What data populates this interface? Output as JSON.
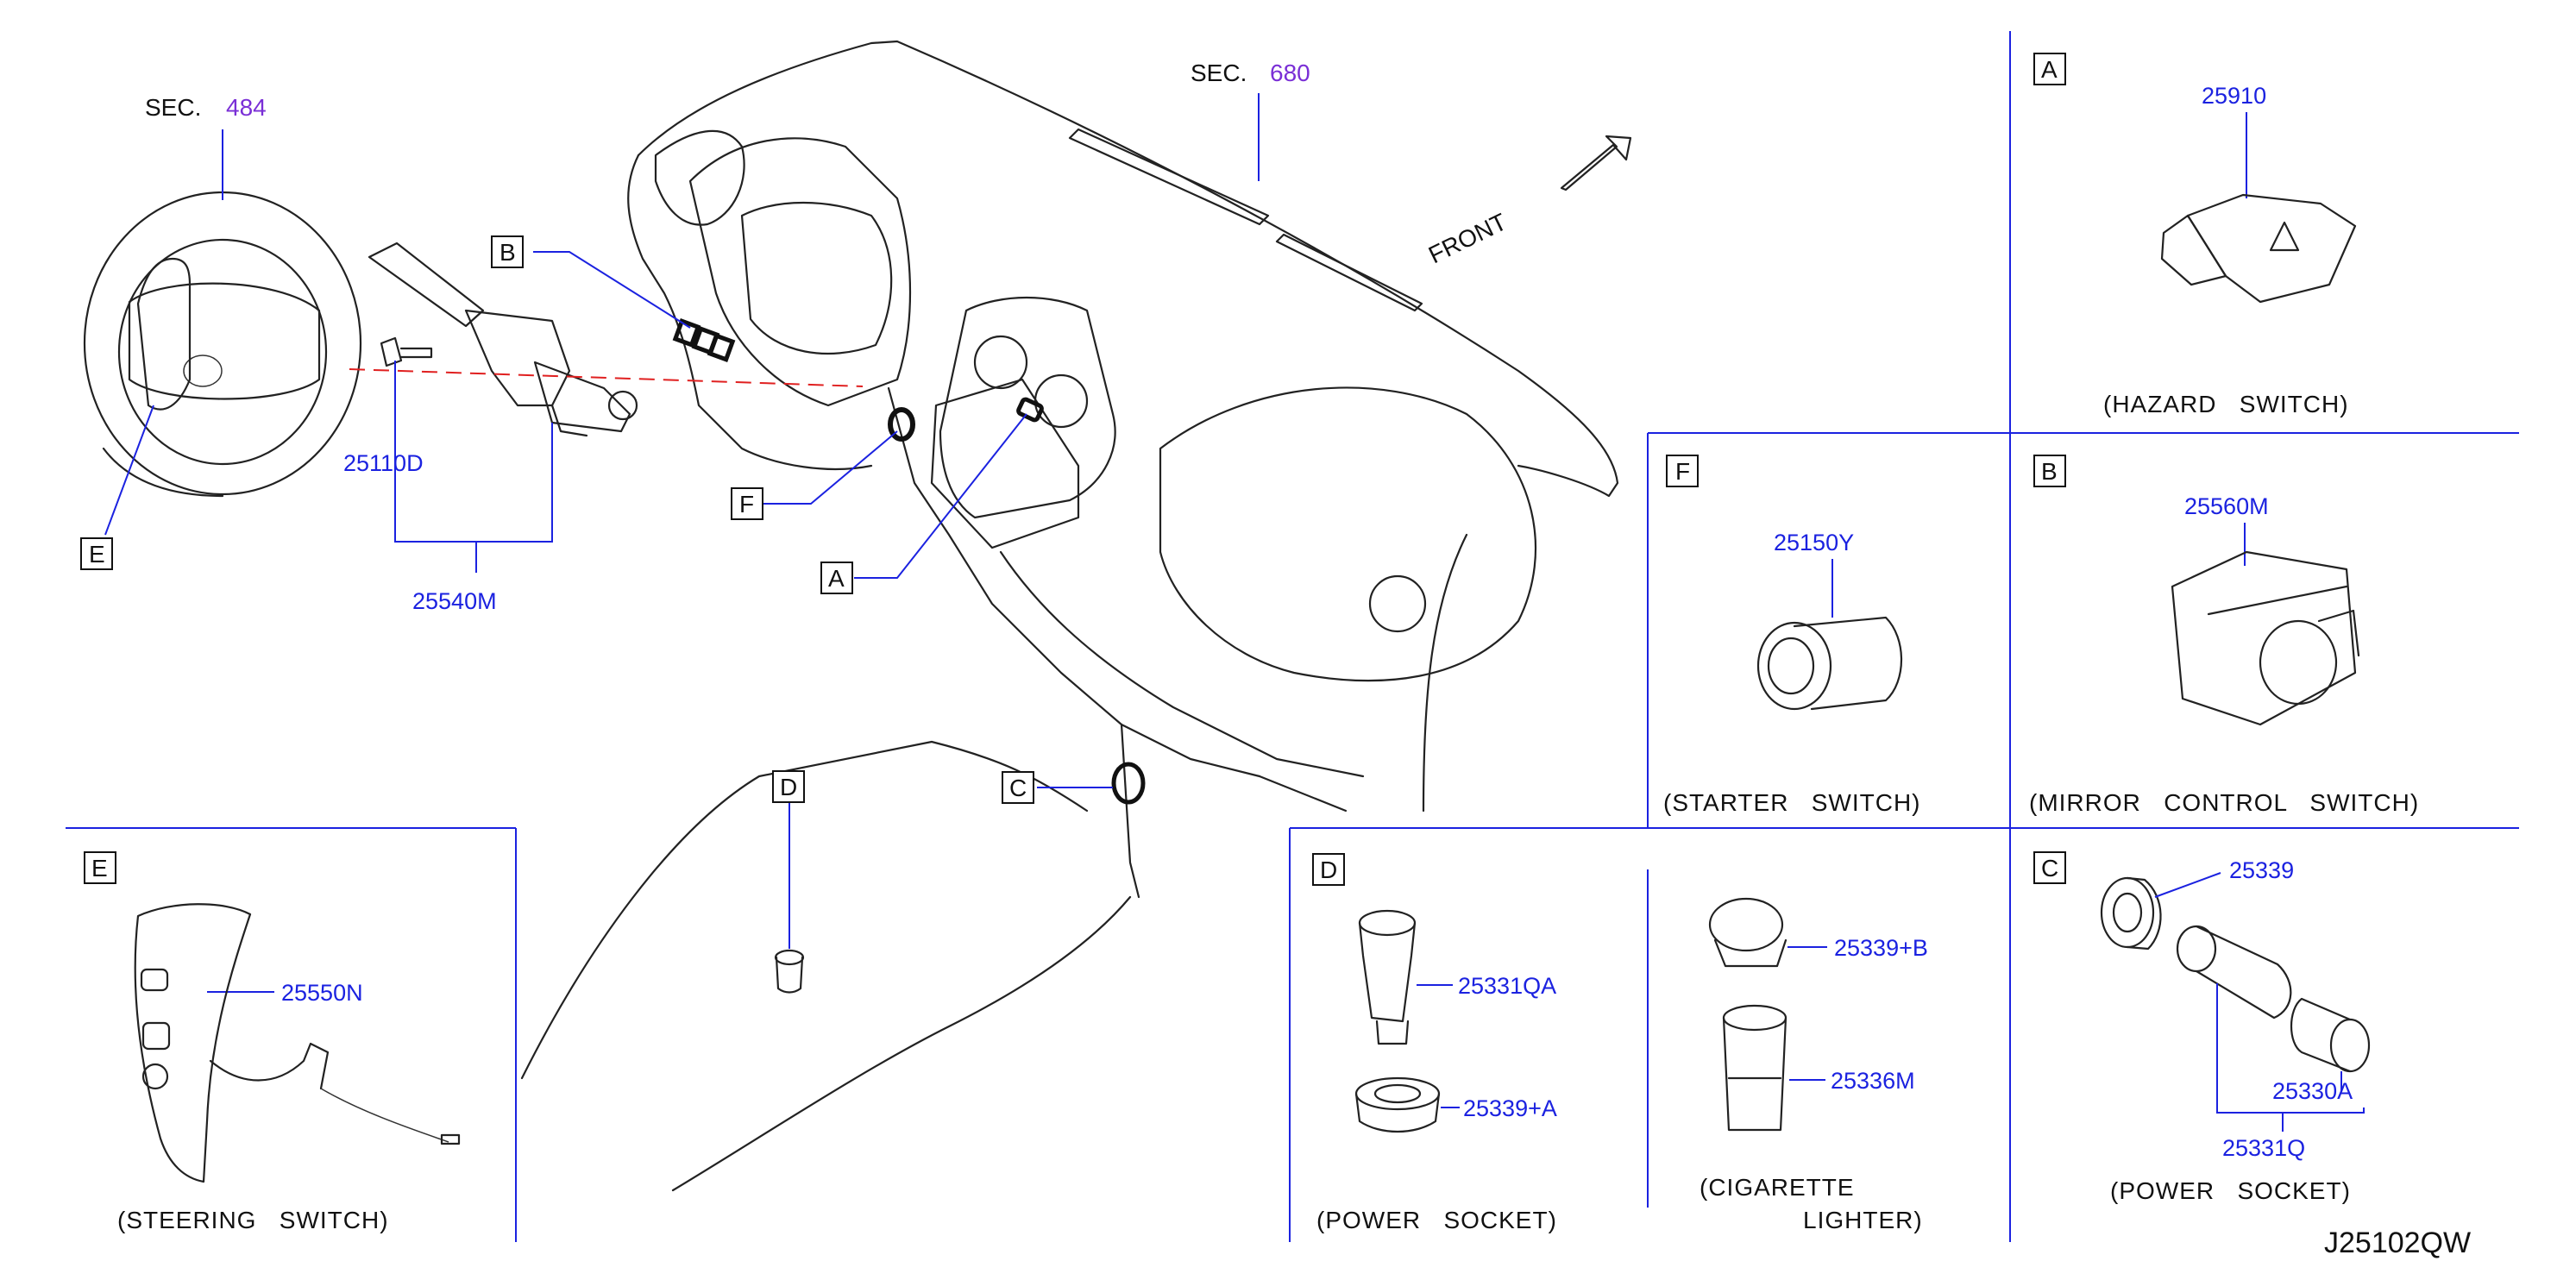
{
  "diagram_id": "J25102QW",
  "front_label": "FRONT",
  "sections": [
    {
      "prefix": "SEC.",
      "number": "484"
    },
    {
      "prefix": "SEC.",
      "number": "680"
    }
  ],
  "main_view": {
    "callouts": [
      "B",
      "F",
      "A",
      "E",
      "D",
      "C"
    ],
    "parts": [
      "25110D",
      "25540M"
    ]
  },
  "panels": {
    "A": {
      "letter": "A",
      "part": "25910",
      "caption": "(HAZARD   SWITCH)"
    },
    "F": {
      "letter": "F",
      "part": "25150Y",
      "caption": "(STARTER   SWITCH)"
    },
    "B": {
      "letter": "B",
      "part": "25560M",
      "caption": "(MIRROR   CONTROL   SWITCH)"
    },
    "E": {
      "letter": "E",
      "part": "25550N",
      "caption": "(STEERING   SWITCH)"
    },
    "D": {
      "letter": "D",
      "parts": [
        "25331QA",
        "25339+A",
        "25339+B",
        "25336M"
      ],
      "captions": [
        "(POWER   SOCKET)",
        "(CIGARETTE",
        "LIGHTER)"
      ]
    },
    "C": {
      "letter": "C",
      "parts": [
        "25339",
        "25330A",
        "25331Q"
      ],
      "caption": "(POWER   SOCKET)"
    }
  },
  "colors": {
    "part_number": "#1b22e0",
    "section_number": "#7a2fd6",
    "line_art": "#222222",
    "hidden_line": "#e02020"
  }
}
